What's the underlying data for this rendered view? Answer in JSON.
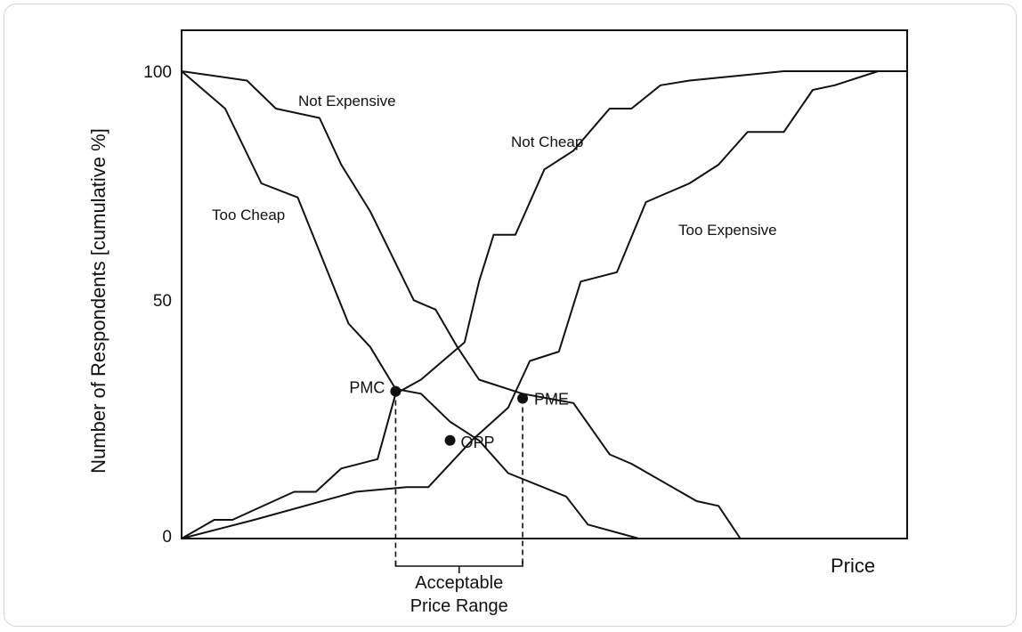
{
  "chart_data": {
    "type": "line",
    "title": "",
    "xlabel": "Price",
    "ylabel": "Number of Respondents [cumulative %]",
    "ylim": [
      0,
      100
    ],
    "xlim": [
      0,
      100
    ],
    "yticks": [
      "0",
      "50",
      "100"
    ],
    "grid": false,
    "series": [
      {
        "name": "Too Cheap",
        "x": [
          0,
          6,
          11,
          16,
          23,
          26,
          29.5,
          33,
          37,
          41,
          45,
          53,
          56,
          63
        ],
        "y": [
          100,
          92,
          76,
          73,
          46,
          41,
          32,
          31,
          25,
          21,
          14,
          9,
          3,
          0
        ]
      },
      {
        "name": "Not Expensive",
        "x": [
          0,
          9,
          13,
          19,
          22,
          26,
          32,
          35,
          38,
          41,
          47,
          54,
          59,
          62,
          71,
          74,
          77
        ],
        "y": [
          100,
          98,
          92,
          90,
          80,
          70,
          51,
          49,
          41,
          34,
          31,
          29,
          18,
          16,
          8,
          7,
          0
        ]
      },
      {
        "name": "Not Cheap",
        "x": [
          0,
          4.5,
          7,
          15.5,
          18.5,
          22,
          27,
          29.5,
          33,
          39,
          41,
          43,
          46,
          50,
          54,
          59,
          62,
          66,
          70,
          83,
          100
        ],
        "y": [
          0,
          4,
          4,
          10,
          10,
          15,
          17,
          31,
          34,
          42,
          55,
          65,
          65,
          79,
          83,
          92,
          92,
          97,
          98,
          100,
          100
        ]
      },
      {
        "name": "Too Expensive",
        "x": [
          0,
          10,
          24,
          31,
          34,
          40,
          45,
          48,
          52,
          55,
          60,
          64,
          70,
          74,
          78,
          83,
          87,
          90,
          96
        ],
        "y": [
          0,
          4,
          10,
          11,
          11,
          21,
          28,
          38,
          40,
          55,
          57,
          72,
          76,
          80,
          87,
          87,
          96,
          97,
          100
        ]
      }
    ],
    "points": [
      {
        "label": "PMC",
        "x": 29.5,
        "y": 31.5
      },
      {
        "label": "OPP",
        "x": 37,
        "y": 21
      },
      {
        "label": "PME",
        "x": 47,
        "y": 30
      }
    ],
    "range_annotation": {
      "from": 29.5,
      "to": 47,
      "line1": "Acceptable",
      "line2": "Price Range"
    }
  }
}
